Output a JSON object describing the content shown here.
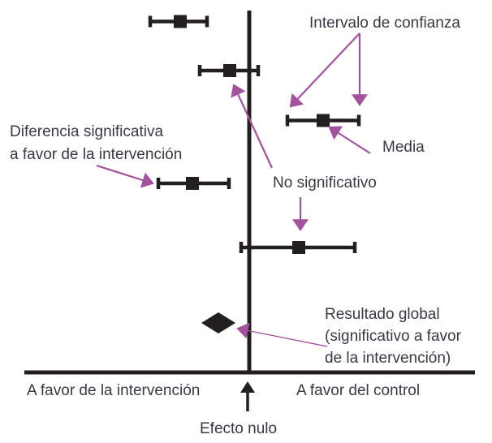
{
  "labels": {
    "confidence_interval": "Intervalo de confianza",
    "mean": "Media",
    "not_significant": "No significativo",
    "significant_diff_line1": "Diferencia significativa",
    "significant_diff_line2": "a favor de la intervención",
    "global_result_line1": "Resultado global",
    "global_result_line2": "(significativo a favor",
    "global_result_line3": "de la intervención)",
    "favors_intervention": "A favor de la intervención",
    "favors_control": "A favor del control",
    "null_effect": "Efecto nulo"
  },
  "colors": {
    "accent_purple": "#A4519E",
    "ink_black": "#231F20",
    "text": "#3A3845",
    "background": "#FFFFFF"
  },
  "chart_data": {
    "type": "forest",
    "orientation": "horizontal",
    "units": "estimated relative effect (null line = 0; negative favors intervention)",
    "null_line": 0,
    "studies": [
      {
        "row": 1,
        "mean": -0.85,
        "ci_low": -1.22,
        "ci_high": -0.52,
        "significant": true,
        "favors": "intervención"
      },
      {
        "row": 2,
        "mean": -0.24,
        "ci_low": -0.61,
        "ci_high": 0.11,
        "significant": false,
        "favors": null
      },
      {
        "row": 3,
        "mean": 0.91,
        "ci_low": 0.47,
        "ci_high": 1.35,
        "significant": true,
        "favors": "control"
      },
      {
        "row": 4,
        "mean": -0.7,
        "ci_low": -1.12,
        "ci_high": -0.25,
        "significant": true,
        "favors": "intervención"
      },
      {
        "row": 5,
        "mean": 0.61,
        "ci_low": -0.1,
        "ci_high": 1.3,
        "significant": false,
        "favors": null
      }
    ],
    "overall": {
      "marker": "diamond",
      "mean": -0.38,
      "ci_low": -0.59,
      "ci_high": -0.17,
      "significant": true,
      "favors": "intervención"
    },
    "x_axis": {
      "left_label": "A favor de la intervención",
      "right_label": "A favor del control",
      "null_label": "Efecto nulo"
    },
    "legend_annotations": [
      "Intervalo de confianza",
      "Media",
      "No significativo",
      "Diferencia significativa a favor de la intervención",
      "Resultado global (significativo a favor de la intervención)"
    ],
    "grid": false,
    "legend_position": "annotations-with-arrows"
  }
}
